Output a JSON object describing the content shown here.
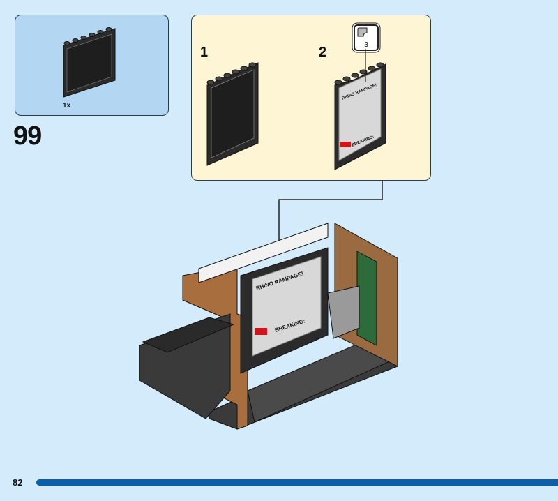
{
  "parts_list": {
    "quantity": "1x",
    "part": "black-panel-1x6x5"
  },
  "step": {
    "number": "99"
  },
  "substeps": [
    {
      "number": "1"
    },
    {
      "number": "2"
    }
  ],
  "sticker": {
    "number": "3",
    "headline": "RHINO RAMPAGE!",
    "banner": "BREAKING:"
  },
  "footer": {
    "page_number": "82",
    "progress_color": "#0a5fa8"
  }
}
